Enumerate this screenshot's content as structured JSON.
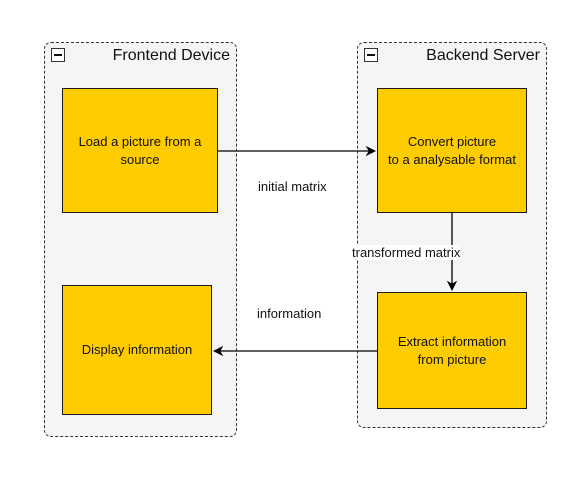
{
  "pools": {
    "frontend": {
      "title": "Frontend Device"
    },
    "backend": {
      "title": "Backend Server"
    }
  },
  "nodes": {
    "load": "Load a picture from a\nsource",
    "convert": "Convert picture\nto a analysable format",
    "extract": "Extract information\nfrom picture",
    "display": "Display information"
  },
  "edges": {
    "initial_matrix": "initial matrix",
    "transformed_matrix": "transformed matrix",
    "information": "information"
  },
  "colors": {
    "node_fill": "#ffcc00",
    "pool_fill": "#f5f5f5",
    "stroke": "#000000"
  }
}
